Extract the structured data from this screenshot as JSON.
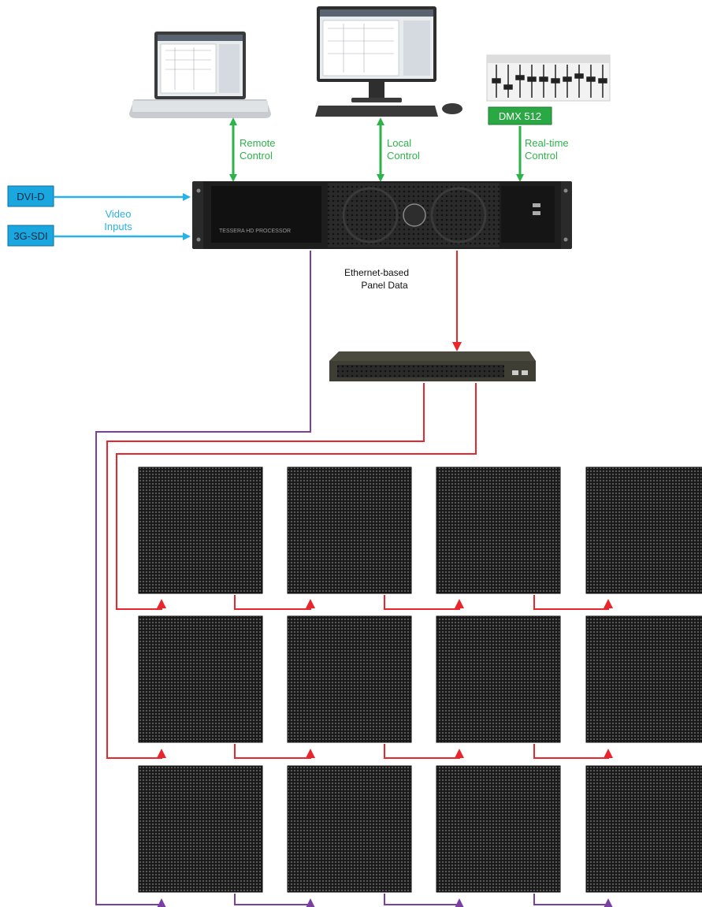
{
  "inputs": {
    "dvi": "DVI-D",
    "sdi": "3G-SDI",
    "video_line1": "Video",
    "video_line2": "Inputs"
  },
  "controls": {
    "remote_line1": "Remote",
    "remote_line2": "Control",
    "local_line1": "Local",
    "local_line2": "Control",
    "realtime_line1": "Real-time",
    "realtime_line2": "Control",
    "dmx": "DMX 512"
  },
  "processor": {
    "brand": "TESSERA HD PROCESSOR"
  },
  "ethernet": {
    "line1": "Ethernet-based",
    "line2": "Panel Data"
  },
  "colors": {
    "input_box": "#1aa7e0",
    "input_arrow": "#29b2e8",
    "control_arrow": "#2db34a",
    "dmx_box": "#2aa843",
    "data_line": "#e8262b",
    "purple_line": "#7a3fa0",
    "panel": "#1c1c1c",
    "processor": "#1e1e1e"
  },
  "panel_grid": {
    "rows": 3,
    "columns": 4
  }
}
